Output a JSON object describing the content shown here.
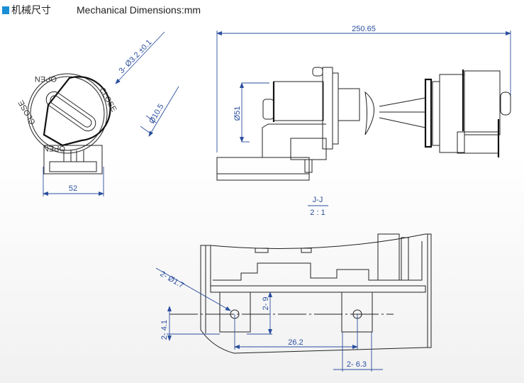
{
  "header": {
    "title_cn": "机械尺寸",
    "title_en": "Mechanical Dimensions:mm",
    "accent_color": "#1a8fd6"
  },
  "front_view": {
    "label_open_top": "OPEN",
    "label_close_right": "CLOSE",
    "label_close_left": "CLOSE",
    "label_open_bottom": "OPEN",
    "dim_holes": "3- Ø3.2 ±0.1",
    "dim_diameter": "Ø10.5",
    "dim_width": "52"
  },
  "side_view": {
    "dim_length": "250.65",
    "dim_diameter": "Ø51"
  },
  "section_view": {
    "name": "J-J",
    "scale": "2 : 1",
    "dim_pin_holes": "2- Ø1.7",
    "dim_pin_height": "2- 9",
    "dim_hole_offset": "2- 4.1",
    "dim_pin_spacing": "26.2",
    "dim_pin_width": "2- 6.3"
  },
  "colors": {
    "dimension": "#2b4f9e"
  }
}
